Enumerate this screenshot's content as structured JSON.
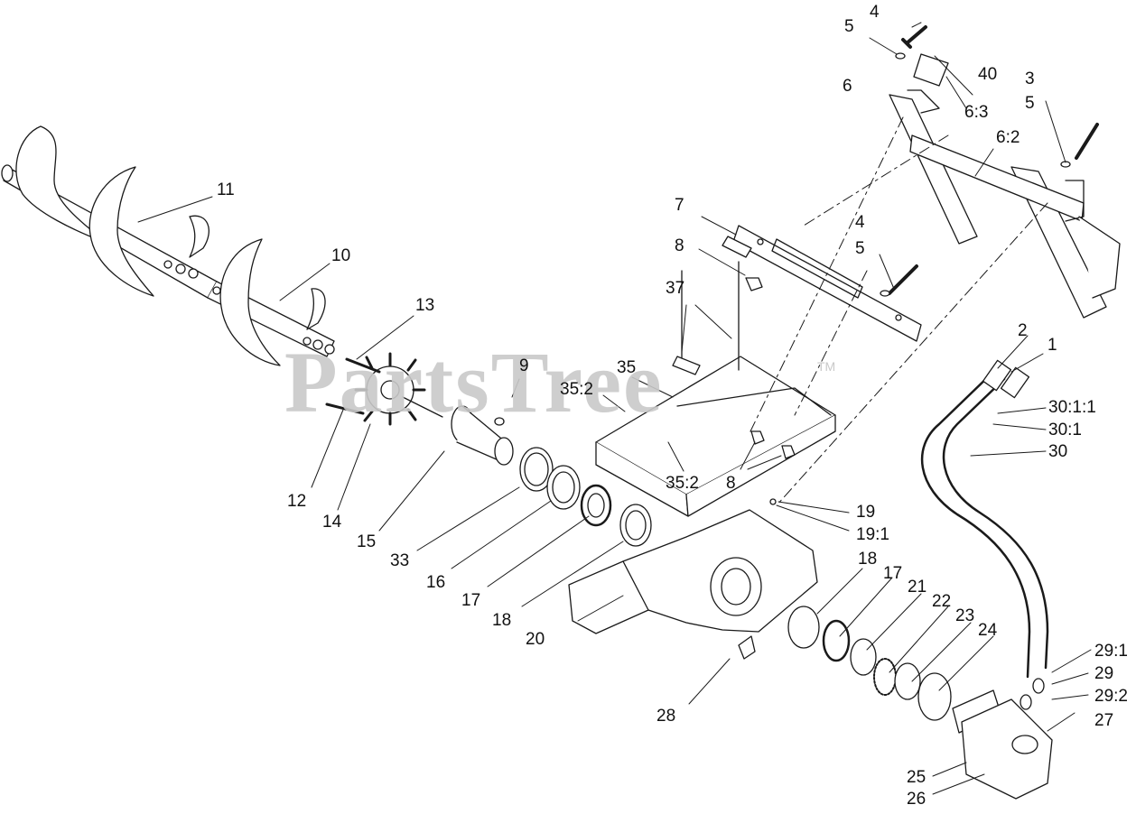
{
  "watermark": {
    "text": "PartsTree",
    "trademark": "TM"
  },
  "callouts": {
    "c1": "1",
    "c2": "2",
    "c3": "3",
    "c4a": "4",
    "c4b": "4",
    "c5a": "5",
    "c5b": "5",
    "c5c": "5",
    "c6": "6",
    "c6_2": "6:2",
    "c6_3": "6:3",
    "c7": "7",
    "c8a": "8",
    "c8b": "8",
    "c9": "9",
    "c10": "10",
    "c11": "11",
    "c12": "12",
    "c13": "13",
    "c14": "14",
    "c15": "15",
    "c16": "16",
    "c17a": "17",
    "c17b": "17",
    "c18a": "18",
    "c18b": "18",
    "c19": "19",
    "c19_1": "19:1",
    "c20": "20",
    "c21": "21",
    "c22": "22",
    "c23": "23",
    "c24": "24",
    "c25": "25",
    "c26": "26",
    "c27": "27",
    "c28": "28",
    "c29": "29",
    "c29_1": "29:1",
    "c29_2": "29:2",
    "c30": "30",
    "c30_1": "30:1",
    "c30_1_1": "30:1:1",
    "c33": "33",
    "c35": "35",
    "c35_2a": "35:2",
    "c35_2b": "35:2",
    "c37": "37",
    "c40": "40"
  },
  "colors": {
    "line": "#1a1a1a",
    "fill": "#ffffff",
    "watermark": "#c9c9c9"
  }
}
